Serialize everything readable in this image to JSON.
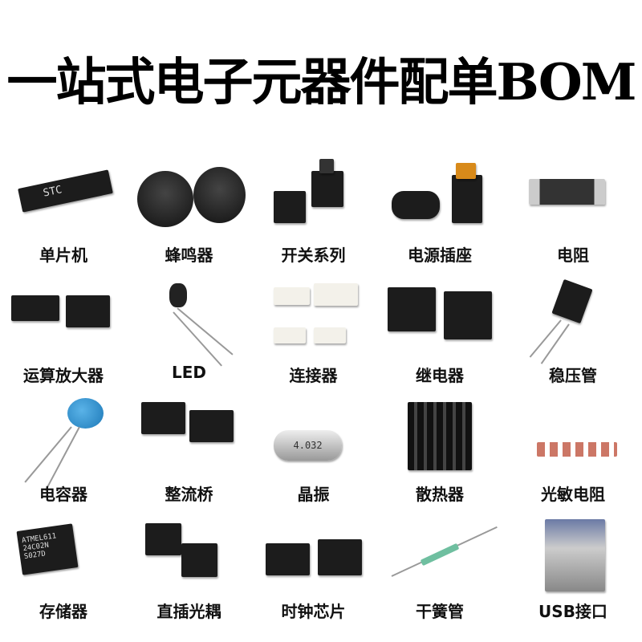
{
  "title": {
    "cjk": "一站式电子元器件配单",
    "latin": "BOM"
  },
  "items": [
    {
      "label": "单片机",
      "icon": "microcontroller-dip-chip-icon"
    },
    {
      "label": "蜂鸣器",
      "icon": "buzzer-icon"
    },
    {
      "label": "开关系列",
      "icon": "tactile-switch-icon"
    },
    {
      "label": "电源插座",
      "icon": "dc-power-jack-icon"
    },
    {
      "label": "电阻",
      "icon": "smd-resistor-icon"
    },
    {
      "label": "运算放大器",
      "icon": "op-amp-chip-icon"
    },
    {
      "label": "LED",
      "icon": "led-icon"
    },
    {
      "label": "连接器",
      "icon": "connector-icon"
    },
    {
      "label": "继电器",
      "icon": "relay-icon"
    },
    {
      "label": "稳压管",
      "icon": "voltage-regulator-icon"
    },
    {
      "label": "电容器",
      "icon": "ceramic-capacitor-icon"
    },
    {
      "label": "整流桥",
      "icon": "bridge-rectifier-icon"
    },
    {
      "label": "晶振",
      "icon": "crystal-oscillator-icon"
    },
    {
      "label": "散热器",
      "icon": "heatsink-icon"
    },
    {
      "label": "光敏电阻",
      "icon": "photoresistor-icon"
    },
    {
      "label": "存储器",
      "icon": "memory-chip-icon"
    },
    {
      "label": "直插光耦",
      "icon": "optocoupler-icon"
    },
    {
      "label": "时钟芯片",
      "icon": "clock-chip-icon"
    },
    {
      "label": "干簧管",
      "icon": "reed-switch-icon"
    },
    {
      "label": "USB接口",
      "icon": "usb-connector-icon"
    }
  ],
  "chip_markings": {
    "mcu": "STC",
    "crystal": "4.032",
    "memory": "ATMEL611 24C02N S027D"
  }
}
